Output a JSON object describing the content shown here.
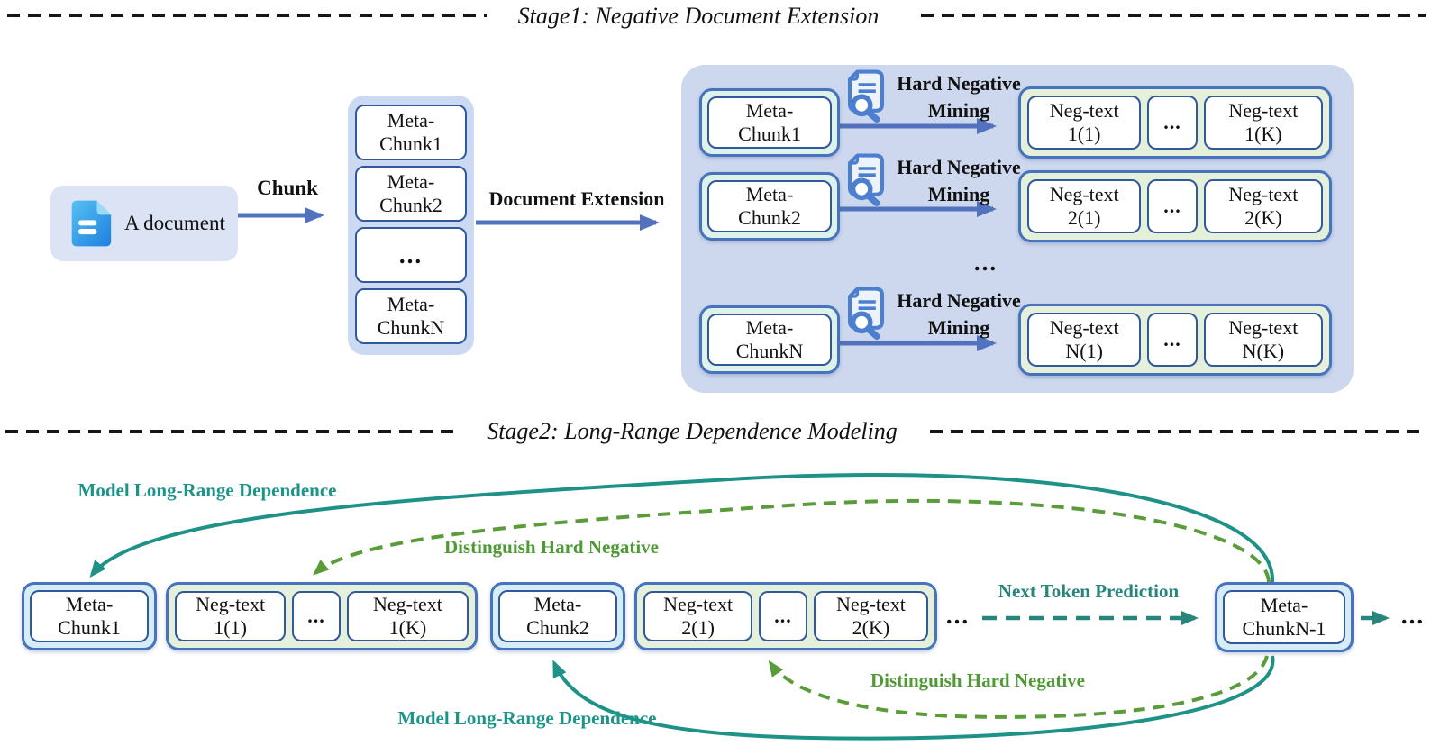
{
  "figure": {
    "stage1": {
      "title": "Stage1: Negative Document Extension",
      "document": {
        "label": "A document",
        "icon": "blue-document-icon"
      },
      "chunk_arrow_label": "Chunk",
      "chunk_stack": {
        "items": [
          {
            "l1": "Meta-",
            "l2": "Chunk1"
          },
          {
            "l1": "Meta-",
            "l2": "Chunk2"
          },
          {
            "dots": "..."
          },
          {
            "l1": "Meta-",
            "l2": "ChunkN"
          }
        ]
      },
      "extension_arrow_label": "Document Extension",
      "mining": {
        "l1": "Hard Negative",
        "l2": "Mining",
        "icon": "document-search-icon"
      },
      "rows": [
        {
          "chunk_l1": "Meta-",
          "chunk_l2": "Chunk1",
          "neg_first_l1": "Neg-text",
          "neg_first_l2": "1(1)",
          "dots": "...",
          "neg_last_l1": "Neg-text",
          "neg_last_l2": "1(K)"
        },
        {
          "chunk_l1": "Meta-",
          "chunk_l2": "Chunk2",
          "neg_first_l1": "Neg-text",
          "neg_first_l2": "2(1)",
          "dots": "...",
          "neg_last_l1": "Neg-text",
          "neg_last_l2": "2(K)"
        },
        {
          "chunk_l1": "Meta-",
          "chunk_l2": "ChunkN",
          "neg_first_l1": "Neg-text",
          "neg_first_l2": "N(1)",
          "dots": "...",
          "neg_last_l1": "Neg-text",
          "neg_last_l2": "N(K)"
        }
      ],
      "rows_ellipsis": "..."
    },
    "stage2": {
      "title": "Stage2: Long-Range Dependence Modeling",
      "labels": {
        "model_top": "Model Long-Range Dependence",
        "distinguish_top": "Distinguish Hard Negative",
        "next_token": "Next Token Prediction",
        "distinguish_bottom": "Distinguish Hard Negative",
        "model_bottom": "Model Long-Range Dependence"
      },
      "chunk1": {
        "l1": "Meta-",
        "l2": "Chunk1"
      },
      "group1": {
        "neg_first_l1": "Neg-text",
        "neg_first_l2": "1(1)",
        "dots": "...",
        "neg_last_l1": "Neg-text",
        "neg_last_l2": "1(K)"
      },
      "chunk2": {
        "l1": "Meta-",
        "l2": "Chunk2"
      },
      "group2": {
        "neg_first_l1": "Neg-text",
        "neg_first_l2": "2(1)",
        "dots": "...",
        "neg_last_l1": "Neg-text",
        "neg_last_l2": "2(K)"
      },
      "mid_ellipsis": "...",
      "chunkN1": {
        "l1": "Meta-",
        "l2": "ChunkN-1"
      },
      "end_ellipsis": "..."
    },
    "colors": {
      "panel_lavender": "#cdd8ee",
      "document_panel": "#dce3f5",
      "stack_panel": "#cbd9f2",
      "mint_box": "#ddf2ea",
      "cyan_box": "#d7edf6",
      "green_group": "#e4f0da",
      "blue_arrow": "#5272bf",
      "teal": "#1f9287",
      "green_dash": "#5b9c3a",
      "box_border_outer": "#4673bb",
      "box_border_inner": "#31589d"
    }
  }
}
